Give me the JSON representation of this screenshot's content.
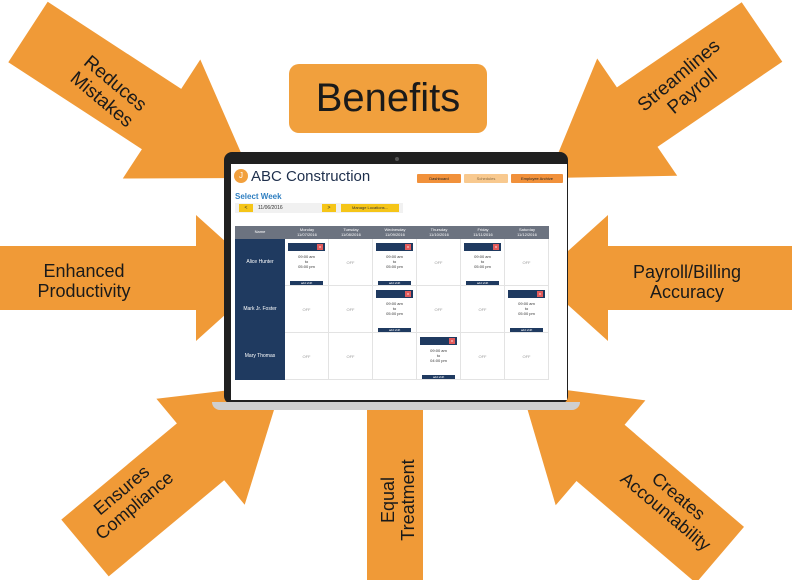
{
  "title": "Benefits",
  "colors": {
    "arrow": "#F09A37",
    "title_box": "#F1A03D",
    "navy": "#1F3A60"
  },
  "labels": {
    "reduces_mistakes": [
      "Reduces",
      "Mistakes"
    ],
    "streamlines_payroll": [
      "Streamlines",
      "Payroll"
    ],
    "enhanced_productivity": [
      "Enhanced",
      "Productivity"
    ],
    "payroll_billing_accuracy": [
      "Payroll/Billing",
      "Accuracy"
    ],
    "ensures_compliance": [
      "Ensures",
      "Compliance"
    ],
    "equal_treatment": [
      "Equal",
      "Treatment"
    ],
    "creates_accountability": [
      "Creates",
      "Accountability"
    ]
  },
  "app": {
    "logo": "J",
    "title": "ABC Construction",
    "nav": [
      "Dashboard",
      "Schedules",
      "Employee Archive"
    ],
    "select_week_label": "Select Week",
    "prev": "<",
    "next": ">",
    "week_value": "11/06/2016",
    "manage_locations": "Manage Locations...",
    "columns": [
      {
        "day": "Name",
        "date": ""
      },
      {
        "day": "Monday",
        "date": "11/07/2016"
      },
      {
        "day": "Tuesday",
        "date": "11/08/2016"
      },
      {
        "day": "Wednesday",
        "date": "11/09/2016"
      },
      {
        "day": "Thursday",
        "date": "11/10/2016"
      },
      {
        "day": "Friday",
        "date": "11/11/2016"
      },
      {
        "day": "Saturday",
        "date": "11/12/2016"
      }
    ],
    "rows": [
      {
        "name": "Alice Hunter",
        "cells": [
          "S",
          "OFF",
          "S",
          "OFF",
          "S",
          "OFF"
        ]
      },
      {
        "name": "Mark Jr. Foster",
        "cells": [
          "OFF",
          "OFF",
          "S",
          "OFF",
          "OFF",
          "S"
        ]
      },
      {
        "name": "Mary Thomas",
        "cells": [
          "OFF",
          "OFF",
          "",
          "S",
          "OFF",
          "OFF"
        ]
      }
    ],
    "shift": {
      "start": "09:00 am",
      "to": "to",
      "end": "05:00 pm",
      "alt_start": "09:00 am",
      "alt_end": "04:00 pm",
      "add": "add shift",
      "remove": "x"
    }
  }
}
